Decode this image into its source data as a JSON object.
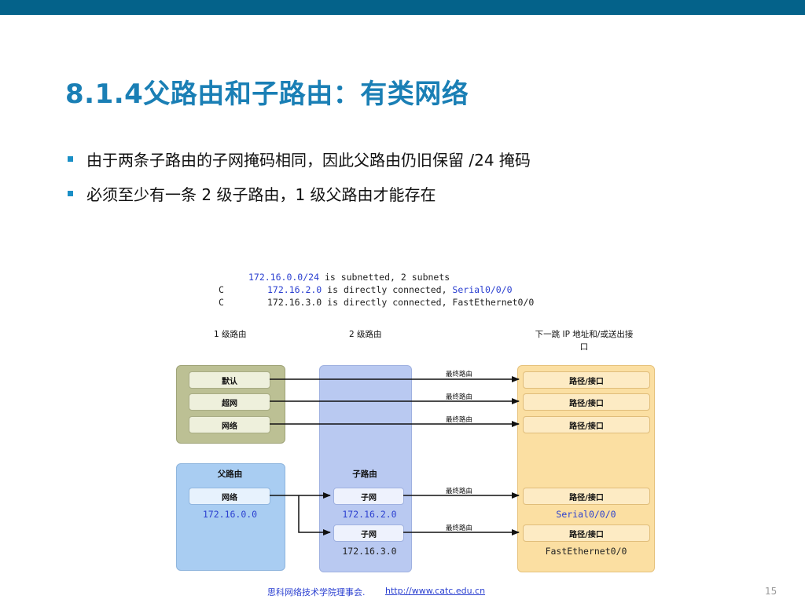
{
  "slide": {
    "title": "8.1.4父路由和子路由：有类网络",
    "bullets": [
      "由于两条子路由的子网掩码相同，因此父路由仍旧保留 /24 掩码",
      "必须至少有一条 2 级子路由，1 级父路由才能存在"
    ],
    "page_number": "15"
  },
  "routing_table": {
    "line1": {
      "prefix": "",
      "net": "172.16.0.0/24",
      "text": " is subnetted, 2 subnets",
      "iface": ""
    },
    "line2": {
      "prefix": "C",
      "net": "172.16.2.0",
      "text": " is directly connected, ",
      "iface": "Serial0/0/0"
    },
    "line3": {
      "prefix": "C",
      "net": "172.16.3.0",
      "text": " is directly connected, ",
      "iface": "FastEthernet0/0"
    }
  },
  "diagram": {
    "col1_header": "1 级路由",
    "col2_header": "2 级路由",
    "col3_header_line1": "下一跳 IP 地址和/或送出接",
    "col3_header_line2": "口",
    "level1_boxes": [
      "默认",
      "超网",
      "网络"
    ],
    "parent_title": "父路由",
    "parent_box": "网络",
    "parent_ip": "172.16.0.0",
    "child_title": "子路由",
    "child_boxes": [
      "子网",
      "子网"
    ],
    "child_ips": [
      "172.16.2.0",
      "172.16.3.0"
    ],
    "arrow_label": "最终路由",
    "path_box": "路径/接口",
    "path_iface1": "Serial0/0/0",
    "path_iface2": "FastEthernet0/0"
  },
  "footer": {
    "org": "思科网络技术学院理事会.",
    "url": "http://www.catc.edu.cn"
  },
  "colors": {
    "topbar": "#04628a",
    "title": "#1a7fb5",
    "green_panel": "#bcc094",
    "blue_panel": "#a9cdf2",
    "child_panel": "#b9c9f1",
    "path_panel": "#fbdfa2"
  }
}
